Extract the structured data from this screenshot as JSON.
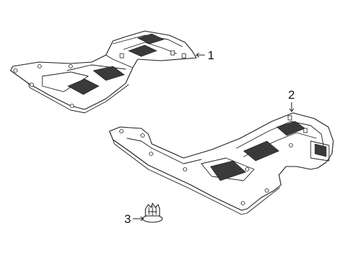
{
  "callouts": [
    {
      "id": "1",
      "label": "1"
    },
    {
      "id": "2",
      "label": "2"
    },
    {
      "id": "3",
      "label": "3"
    }
  ],
  "colors": {
    "line": "#1a1a1a",
    "background": "#ffffff",
    "shade": "#3a3a3a"
  }
}
